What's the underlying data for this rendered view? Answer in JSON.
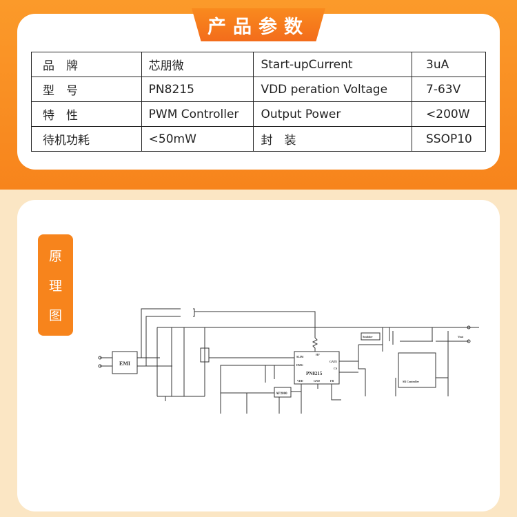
{
  "title": "产品参数",
  "params": [
    [
      "品　牌",
      "芯朋微",
      "Start-upCurrent",
      "3uA"
    ],
    [
      "型　号",
      "PN8215",
      "VDD peration Voltage",
      "7-63V"
    ],
    [
      "特　性",
      "PWM Controller",
      "Output Power",
      "<200W"
    ],
    [
      "待机功耗",
      "<50mW",
      "封　装",
      "SSOP10"
    ]
  ],
  "schematic": {
    "label": [
      "原",
      "理",
      "图"
    ],
    "emi": "EMI",
    "ic": "PN8215",
    "ldo": "AP2800",
    "snubber": "Snubber",
    "sr": "SR Controller",
    "vout": "Vout",
    "pins": [
      "SLIM",
      "HV",
      "GATE",
      "DMG",
      "CS",
      "VDD",
      "GND",
      "FB"
    ]
  }
}
